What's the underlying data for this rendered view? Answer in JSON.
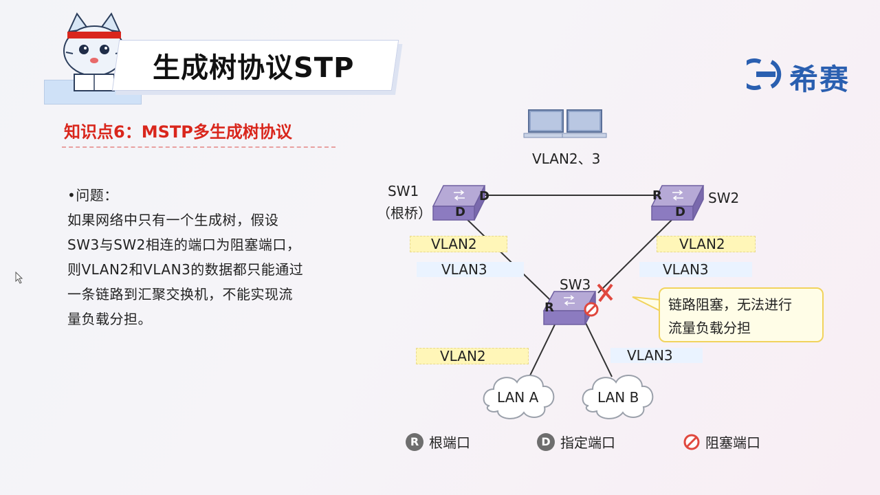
{
  "title": "生成树协议STP",
  "logo": {
    "text": "希赛"
  },
  "subtitle": "知识点6：MSTP多生成树协议",
  "body": {
    "lines": [
      "•问题：",
      "如果网络中只有一个生成树，假设",
      "SW3与SW2相连的端口为阻塞端口，",
      "则VLAN2和VLAN3的数据都只能通过",
      "一条链路到汇聚交换机，不能实现流",
      "量负载分担。"
    ]
  },
  "diagram": {
    "pc_label": "VLAN2、3",
    "sw1": {
      "name": "SW1",
      "role": "（根桥）"
    },
    "sw2": {
      "name": "SW2"
    },
    "sw3": {
      "name": "SW3"
    },
    "port_labels": {
      "root": "R",
      "designated": "D"
    },
    "link_labels": {
      "sw1_sw3_vlan2": "VLAN2",
      "sw1_sw3_vlan3": "VLAN3",
      "sw2_sw3_vlan2": "VLAN2",
      "sw2_sw3_vlan3": "VLAN3",
      "sw3_lana_vlan2": "VLAN2",
      "sw3_lanb_vlan3": "VLAN3"
    },
    "lan_a": "LAN A",
    "lan_b": "LAN B",
    "callout": {
      "line1": "链路阻塞，无法进行",
      "line2": "流量负载分担"
    },
    "legend": {
      "root_symbol": "R",
      "root_label": "根端口",
      "designated_symbol": "D",
      "designated_label": "指定端口",
      "blocked_label": "阻塞端口"
    }
  }
}
